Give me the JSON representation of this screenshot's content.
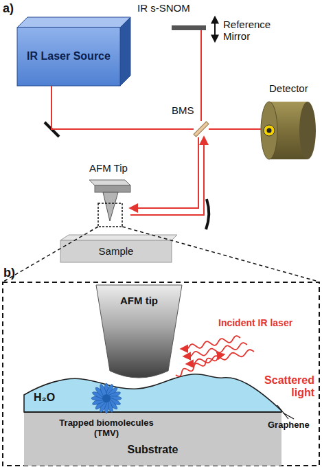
{
  "diagram": {
    "nodes": [
      {
        "text": [
          "IR Laser Source"
        ]
      },
      {
        "text": [
          "Reference Mirror"
        ]
      },
      {
        "text": [
          "BMS"
        ]
      },
      {
        "text": [
          "Detector"
        ]
      },
      {
        "text": [
          "AFM Tip"
        ]
      },
      {
        "text": [
          "Sample"
        ]
      },
      {
        "text": [
          "b)"
        ]
      },
      {
        "text": [
          "AFM tip"
        ],
        "in": 6
      },
      {
        "text": [
          "H₂O"
        ],
        "in": 6
      },
      {
        "text": [
          "Trapped biomolecules (TMV)"
        ],
        "in": 8
      },
      {
        "text": [
          "Substrate"
        ],
        "in": 6
      }
    ],
    "edges": [
      {
        "from": 0,
        "to": 2,
        "arrow": "none"
      },
      {
        "from": 2,
        "to": 1,
        "arrow": "none"
      },
      {
        "from": 2,
        "to": 3,
        "arrow": "none"
      },
      {
        "from": 2,
        "to": 4,
        "arrow": "to"
      },
      {
        "from": 4,
        "to": 2,
        "arrow": "to"
      }
    ],
    "labels": [
      "a)",
      "IR s-SNOM",
      "Incident IR laser",
      "Scattered light",
      "Graphene"
    ]
  }
}
